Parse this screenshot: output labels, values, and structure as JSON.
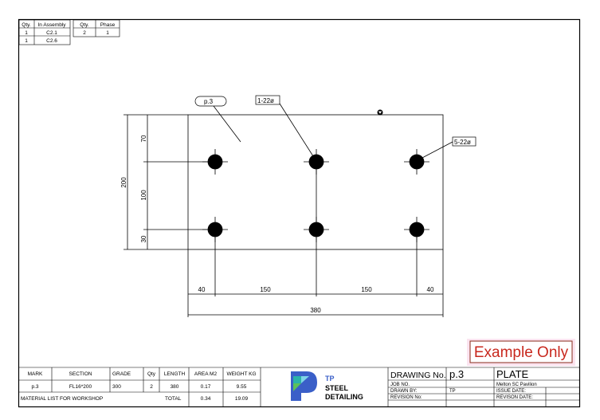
{
  "assembly_table": {
    "headers": [
      "Qty.",
      "In Assembly"
    ],
    "rows": [
      [
        "1",
        "C2.1"
      ],
      [
        "1",
        "C2.6"
      ]
    ]
  },
  "phase_table": {
    "headers": [
      "Qty.",
      "Phase"
    ],
    "rows": [
      [
        "2",
        "1"
      ]
    ]
  },
  "drawing": {
    "part_label": "p.3",
    "hole_label_1": "1-22ø",
    "hole_label_2": "5-22ø",
    "dims_vertical": {
      "overall": "200",
      "top": "70",
      "middle": "100",
      "bottom": "30"
    },
    "dims_horizontal": {
      "left": "40",
      "mid1": "150",
      "mid2": "150",
      "right": "40",
      "overall": "380"
    }
  },
  "watermark": "Example Only",
  "material_list": {
    "headers": [
      "MARK",
      "SECTION",
      "GRADE",
      "Qty",
      "LENGTH",
      "AREA M2",
      "WEIGHT KG"
    ],
    "row": [
      "p.3",
      "FL16*200",
      "300",
      "2",
      "380",
      "0.17",
      "9.55"
    ],
    "footer_label": "MATERIAL LIST FOR WORKSHOP",
    "total_label": "TOTAL",
    "total_area": "0.34",
    "total_weight": "19.09"
  },
  "logo": {
    "line1": "TP",
    "line2": "STEEL",
    "line3": "DETAILING",
    "colors": {
      "blue": "#3a5fc8",
      "teal": "#2bb3a8",
      "green": "#5cc15a"
    }
  },
  "title_block": {
    "drawing_no_label": "DRAWING No.",
    "drawing_no": "p.3",
    "title": "PLATE",
    "job_no_label": "JOB NO.",
    "job_no": "",
    "project": "Melton SC Pavilion",
    "drawn_by_label": "DRAWN BY:",
    "drawn_by": "TP",
    "issue_date_label": "ISSUE DATE:",
    "revision_no_label": "REVISION No:",
    "revision_date_label": "REVISON DATE:"
  }
}
